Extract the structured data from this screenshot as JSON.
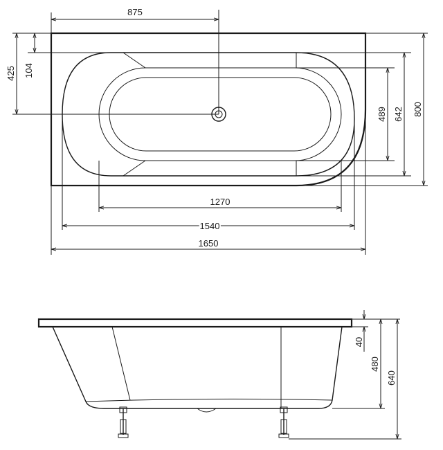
{
  "plan_view": {
    "dim_top_offset": "875",
    "dim_left_425": "425",
    "dim_left_104": "104",
    "dim_right_489": "489",
    "dim_right_642": "642",
    "dim_right_800": "800",
    "dim_inner_1270": "1270",
    "dim_rim_1540": "1540",
    "dim_total_1650": "1650"
  },
  "side_view": {
    "dim_rim_40": "40",
    "dim_depth_480": "480",
    "dim_height_640": "640"
  }
}
